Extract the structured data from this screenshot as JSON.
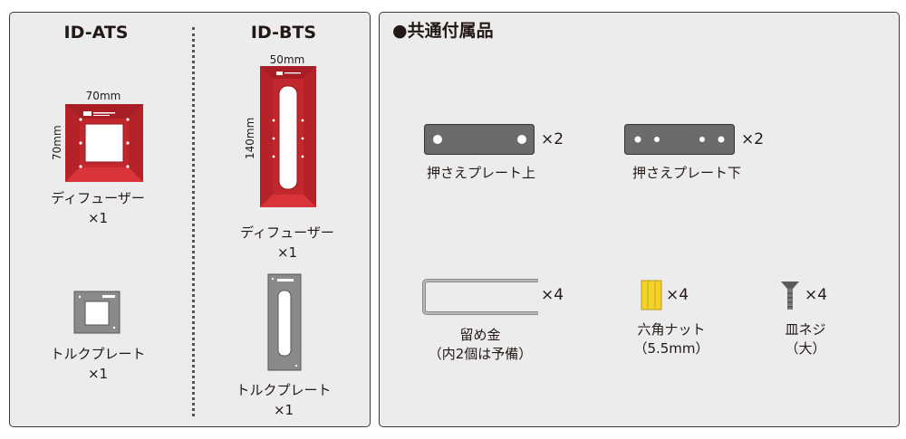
{
  "left": {
    "ats": {
      "heading": "ID-ATS",
      "diffuser_width": "70mm",
      "diffuser_height": "70mm",
      "diffuser_label": "ディフューザー",
      "diffuser_qty": "×1",
      "torque_label": "トルクプレート",
      "torque_qty": "×1"
    },
    "bts": {
      "heading": "ID-BTS",
      "diffuser_width": "50mm",
      "diffuser_height": "140mm",
      "diffuser_label": "ディフューザー",
      "diffuser_qty": "×1",
      "torque_label": "トルクプレート",
      "torque_qty": "×1"
    }
  },
  "right": {
    "heading": "●共通付属品",
    "items": [
      {
        "label": "押さえプレート上",
        "qty": "×2"
      },
      {
        "label": "押さえプレート下",
        "qty": "×2"
      },
      {
        "label": "留め金",
        "sub": "（内2個は予備）",
        "qty": "×4"
      },
      {
        "label": "六角ナット",
        "sub": "（5.5mm）",
        "qty": "×4"
      },
      {
        "label": "皿ネジ",
        "sub": "（大）",
        "qty": "×4"
      }
    ]
  },
  "colors": {
    "diffuser_red": "#c1272d",
    "torque_gray": "#8a8a8a",
    "plate_gray": "#6b6b6b",
    "nut_yellow": "#f2d22b",
    "panel_bg": "#ececec"
  }
}
